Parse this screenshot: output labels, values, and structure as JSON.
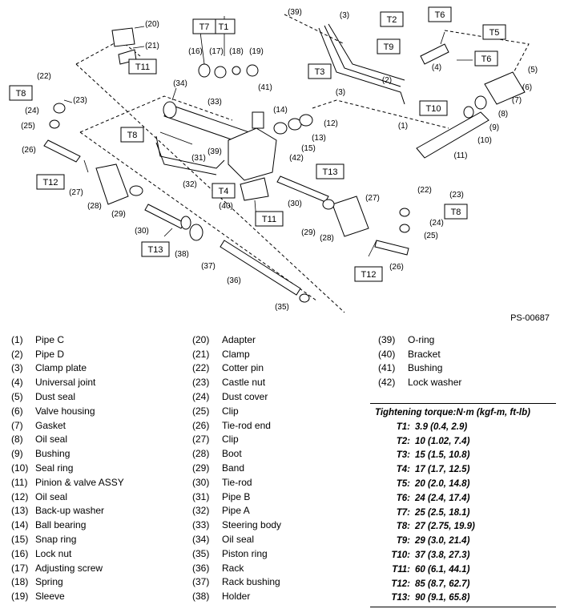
{
  "figure_id": "PS-00687",
  "torque_codes": [
    "T1",
    "T2",
    "T3",
    "T4",
    "T5",
    "T6",
    "T7",
    "T8",
    "T9",
    "T10",
    "T11",
    "T12",
    "T13"
  ],
  "callout_numbers": [
    "1",
    "2",
    "3",
    "4",
    "5",
    "6",
    "7",
    "8",
    "9",
    "10",
    "11",
    "12",
    "13",
    "14",
    "15",
    "16",
    "17",
    "18",
    "19",
    "20",
    "21",
    "22",
    "23",
    "24",
    "25",
    "26",
    "27",
    "28",
    "29",
    "30",
    "31",
    "32",
    "33",
    "34",
    "35",
    "36",
    "37",
    "38",
    "39",
    "40",
    "41",
    "42"
  ],
  "legend": {
    "col1": [
      {
        "num": "(1)",
        "name": "Pipe C"
      },
      {
        "num": "(2)",
        "name": "Pipe D"
      },
      {
        "num": "(3)",
        "name": "Clamp plate"
      },
      {
        "num": "(4)",
        "name": "Universal joint"
      },
      {
        "num": "(5)",
        "name": "Dust seal"
      },
      {
        "num": "(6)",
        "name": "Valve housing"
      },
      {
        "num": "(7)",
        "name": "Gasket"
      },
      {
        "num": "(8)",
        "name": "Oil seal"
      },
      {
        "num": "(9)",
        "name": "Bushing"
      },
      {
        "num": "(10)",
        "name": "Seal ring"
      },
      {
        "num": "(11)",
        "name": "Pinion & valve ASSY"
      },
      {
        "num": "(12)",
        "name": "Oil seal"
      },
      {
        "num": "(13)",
        "name": "Back-up washer"
      },
      {
        "num": "(14)",
        "name": "Ball bearing"
      },
      {
        "num": "(15)",
        "name": "Snap ring"
      },
      {
        "num": "(16)",
        "name": "Lock nut"
      },
      {
        "num": "(17)",
        "name": "Adjusting screw"
      },
      {
        "num": "(18)",
        "name": "Spring"
      },
      {
        "num": "(19)",
        "name": "Sleeve"
      }
    ],
    "col2": [
      {
        "num": "(20)",
        "name": "Adapter"
      },
      {
        "num": "(21)",
        "name": "Clamp"
      },
      {
        "num": "(22)",
        "name": "Cotter pin"
      },
      {
        "num": "(23)",
        "name": "Castle nut"
      },
      {
        "num": "(24)",
        "name": "Dust cover"
      },
      {
        "num": "(25)",
        "name": "Clip"
      },
      {
        "num": "(26)",
        "name": "Tie-rod end"
      },
      {
        "num": "(27)",
        "name": "Clip"
      },
      {
        "num": "(28)",
        "name": "Boot"
      },
      {
        "num": "(29)",
        "name": "Band"
      },
      {
        "num": "(30)",
        "name": "Tie-rod"
      },
      {
        "num": "(31)",
        "name": "Pipe B"
      },
      {
        "num": "(32)",
        "name": "Pipe A"
      },
      {
        "num": "(33)",
        "name": "Steering body"
      },
      {
        "num": "(34)",
        "name": "Oil seal"
      },
      {
        "num": "(35)",
        "name": "Piston ring"
      },
      {
        "num": "(36)",
        "name": "Rack"
      },
      {
        "num": "(37)",
        "name": "Rack bushing"
      },
      {
        "num": "(38)",
        "name": "Holder"
      }
    ],
    "col3": [
      {
        "num": "(39)",
        "name": "O-ring"
      },
      {
        "num": "(40)",
        "name": "Bracket"
      },
      {
        "num": "(41)",
        "name": "Bushing"
      },
      {
        "num": "(42)",
        "name": "Lock washer"
      }
    ]
  },
  "torque_table": {
    "header": "Tightening torque:N·m (kgf-m, ft-lb)",
    "rows": [
      {
        "code": "T1:",
        "value": "3.9 (0.4, 2.9)"
      },
      {
        "code": "T2:",
        "value": "10 (1.02, 7.4)"
      },
      {
        "code": "T3:",
        "value": "15 (1.5, 10.8)"
      },
      {
        "code": "T4:",
        "value": "17 (1.7, 12.5)"
      },
      {
        "code": "T5:",
        "value": "20 (2.0, 14.8)"
      },
      {
        "code": "T6:",
        "value": "24 (2.4, 17.4)"
      },
      {
        "code": "T7:",
        "value": "25 (2.5, 18.1)"
      },
      {
        "code": "T8:",
        "value": "27 (2.75, 19.9)"
      },
      {
        "code": "T9:",
        "value": "29 (3.0, 21.4)"
      },
      {
        "code": "T10:",
        "value": "37 (3.8, 27.3)"
      },
      {
        "code": "T11:",
        "value": "60 (6.1, 44.1)"
      },
      {
        "code": "T12:",
        "value": "85 (8.7, 62.7)"
      },
      {
        "code": "T13:",
        "value": "90 (9.1, 65.8)"
      }
    ]
  }
}
